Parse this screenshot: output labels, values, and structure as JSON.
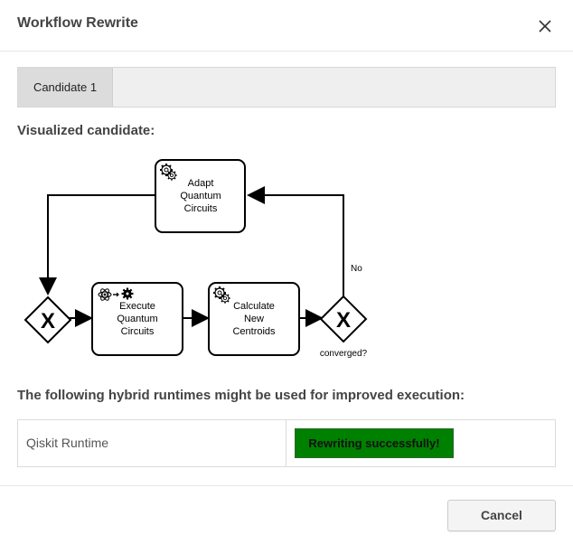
{
  "dialog": {
    "title": "Workflow Rewrite",
    "close_icon": "close-icon"
  },
  "tabs": [
    {
      "label": "Candidate 1",
      "selected": true
    }
  ],
  "visualized_heading": "Visualized candidate:",
  "diagram": {
    "tasks": [
      {
        "id": "adapt",
        "lines": [
          "Adapt",
          "Quantum",
          "Circuits"
        ],
        "icon": "gear-icon"
      },
      {
        "id": "execute",
        "lines": [
          "Execute",
          "Quantum",
          "Circuits"
        ],
        "icon": "quantum-atom-gear-icon"
      },
      {
        "id": "calculate",
        "lines": [
          "Calculate",
          "New",
          "Centroids"
        ],
        "icon": "gear-icon"
      }
    ],
    "gateways": [
      {
        "id": "merge",
        "symbol": "X"
      },
      {
        "id": "converged",
        "symbol": "X",
        "label": "converged?"
      }
    ],
    "edge_labels": {
      "no": "No"
    }
  },
  "runtimes_heading": "The following hybrid runtimes might be used for improved execution:",
  "runtimes": [
    {
      "name": "Qiskit Runtime",
      "status": "Rewriting successfully!",
      "status_color": "#008000"
    }
  ],
  "footer": {
    "cancel_label": "Cancel"
  }
}
